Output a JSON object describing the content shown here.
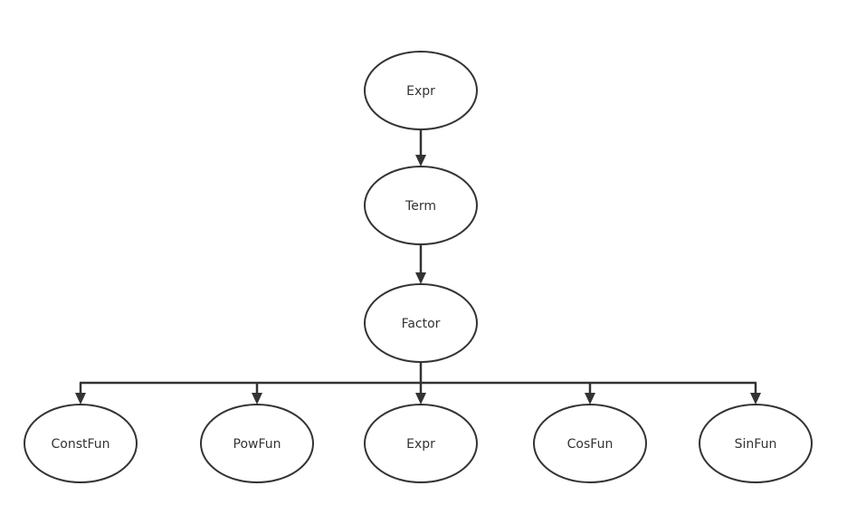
{
  "diagram": {
    "type": "tree",
    "nodes": [
      {
        "id": "expr-root",
        "label": "Expr"
      },
      {
        "id": "term",
        "label": "Term"
      },
      {
        "id": "factor",
        "label": "Factor"
      },
      {
        "id": "constfun",
        "label": "ConstFun"
      },
      {
        "id": "powfun",
        "label": "PowFun"
      },
      {
        "id": "expr-child",
        "label": "Expr"
      },
      {
        "id": "cosfun",
        "label": "CosFun"
      },
      {
        "id": "sinfun",
        "label": "SinFun"
      }
    ],
    "edges": [
      {
        "from": "expr-root",
        "to": "term"
      },
      {
        "from": "term",
        "to": "factor"
      },
      {
        "from": "factor",
        "to": "constfun"
      },
      {
        "from": "factor",
        "to": "powfun"
      },
      {
        "from": "factor",
        "to": "expr-child"
      },
      {
        "from": "factor",
        "to": "cosfun"
      },
      {
        "from": "factor",
        "to": "sinfun"
      }
    ]
  }
}
